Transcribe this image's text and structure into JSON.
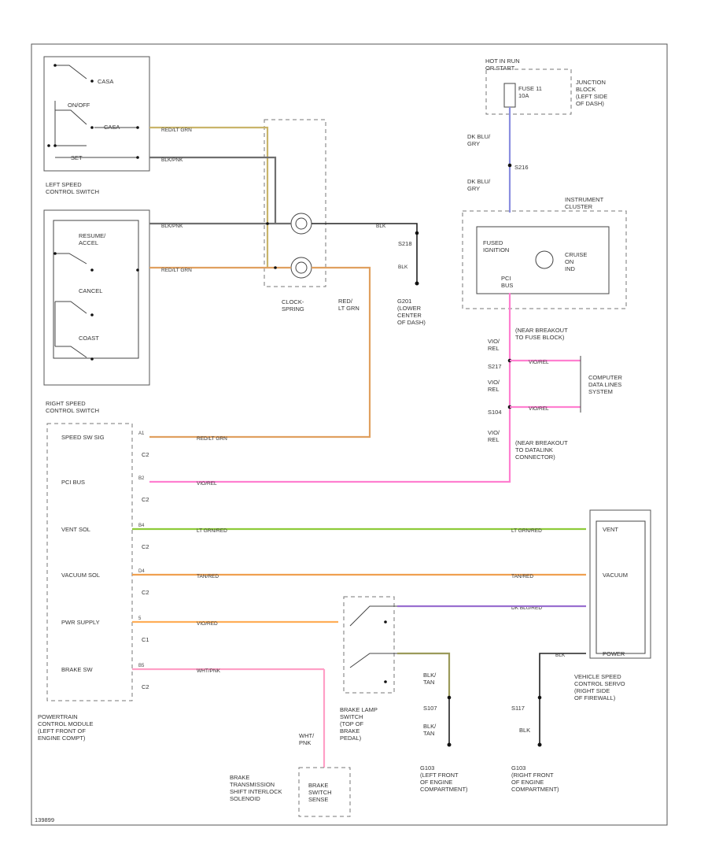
{
  "colors": {
    "red_gray": "#c9b46a",
    "blk_pnk": "#6f6f6f",
    "red_lt_grn": "#e0a060",
    "dk_blu_gry": "#8a8ee0",
    "vio_rel": "#ff7fd0",
    "lt_grn_red": "#8ecb3a",
    "tan_red": "#f0a050",
    "vio_red": "#ffae58",
    "dk_blu_red": "#9a6fd0",
    "wht_pnk": "#ff9fc6",
    "blk_tan": "#9b9a5a",
    "blk": "#222222"
  },
  "left_switch": {
    "title": "LEFT SPEED\nCONTROL SWITCH",
    "contacts": [
      "CASA",
      "ON/OFF",
      "CASA",
      "SET"
    ],
    "wires": [
      "RED/LT GRN",
      "BLK/PNK"
    ]
  },
  "right_switch": {
    "contacts": [
      "RESUME/\nACCEL",
      "CANCEL",
      "COAST"
    ]
  },
  "right_switch_title": "RIGHT SPEED\nCONTROL SWITCH",
  "clockspring": "CLOCK-\nSPRING",
  "upper_wire_labels": [
    "RED/LT GRN",
    "BLK/PNK",
    "BLK/PNK",
    "RED/LT GRN",
    "BLK",
    "BLK"
  ],
  "splice_s218": "S218",
  "ground_g201": "G201\n(LOWER\nCENTER\nOF DASH)",
  "red_lt_grn_label": "RED/\nLT GRN",
  "hot_in_run": "HOT IN RUN\nOR START",
  "fuse": "FUSE 11\n10A",
  "junction_block": "JUNCTION\nBLOCK\n(LEFT SIDE\nOF DASH)",
  "dk_blu_gry_1": "DK BLU/\nGRY",
  "splice_s216": "S216",
  "dk_blu_gry_2": "DK BLU/\nGRY",
  "instrument_cluster": "INSTRUMENT\nCLUSTER",
  "fused_ignition": "FUSED\nIGNITION",
  "cruise_on_ind": "CRUISE\nON\nIND",
  "pci_bus_ic": "PCI\nBUS",
  "near_breakout_fuse": "(NEAR BREAKOUT\nTO FUSE BLOCK)",
  "vio_rel_labels": [
    "VIO/\nREL",
    "VIO/\nREL",
    "VIO/\nREL"
  ],
  "splices_right": [
    "S217",
    "S104"
  ],
  "computer_data_lines": "COMPUTER\nDATA LINES\nSYSTEM",
  "near_breakout_dlc": "(NEAR BREAKOUT\nTO DATALINK\nCONNECTOR)",
  "pcm": {
    "title": "POWERTRAIN\nCONTROL MODULE\n(LEFT FRONT OF\nENGINE COMPT)",
    "pins": [
      {
        "name": "SPEED SW SIG",
        "connector": "C2",
        "wire": "RED/LT GRN",
        "pin": "A1"
      },
      {
        "name": "PCI BUS",
        "connector": "C2",
        "wire": "VIO/REL",
        "pin": "B2"
      },
      {
        "name": "VENT SOL",
        "connector": "C2",
        "wire": "LT GRN/RED",
        "pin": "B4"
      },
      {
        "name": "VACUUM SOL",
        "connector": "C2",
        "wire": "TAN/RED",
        "pin": "D4"
      },
      {
        "name": "PWR SUPPLY",
        "connector": "C1",
        "wire": "VIO/RED",
        "pin": "5"
      },
      {
        "name": "BRAKE SW",
        "connector": "C2",
        "wire": "WHT/PNK",
        "pin": "B5"
      }
    ]
  },
  "servo": {
    "pins": [
      "VENT",
      "VACUUM",
      "",
      "POWER"
    ],
    "wires": [
      "LT GRN/RED",
      "TAN/RED",
      "DK BLU/RED",
      "BLK"
    ],
    "title": "VEHICLE SPEED\nCONTROL SERVO\n(RIGHT SIDE\nOF FIREWALL)"
  },
  "brake_lamp_switch": "BRAKE LAMP\nSWITCH\n(TOP OF\nBRAKE\nPEDAL)",
  "blk_tan_1": "BLK/\nTAN",
  "blk_tan_2": "BLK/\nTAN",
  "splice_s107": "S107",
  "ground_g103_left": "G103\n(LEFT FRONT\nOF ENGINE\nCOMPARTMENT)",
  "splice_s117": "S117",
  "blk_right": "BLK",
  "ground_g103_right": "G103\n(RIGHT FRONT\nOF ENGINE\nCOMPARTMENT)",
  "wht_pnk_label": "WHT/\nPNK",
  "brake_transmission": "BRAKE\nTRANSMISSION\nSHIFT INTERLOCK\nSOLENOID",
  "brake_switch_sense": "BRAKE\nSWITCH\nSENSE",
  "footer_code": "139899"
}
